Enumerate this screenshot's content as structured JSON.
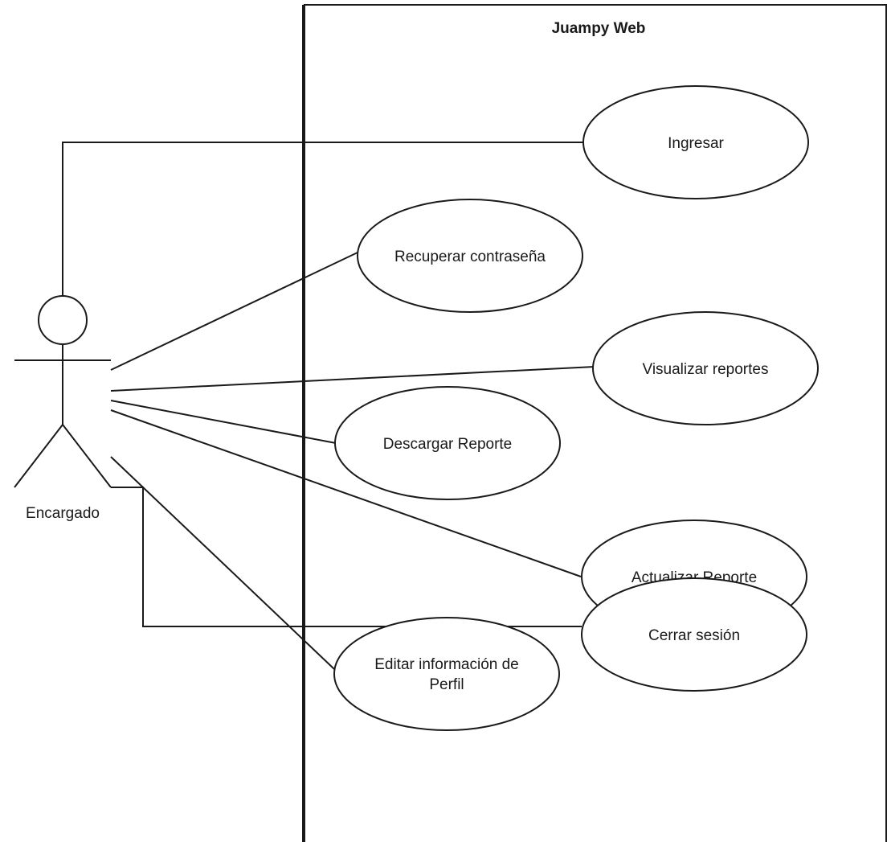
{
  "system": {
    "title": "Juampy Web"
  },
  "actor": {
    "name": "Encargado"
  },
  "use_cases": [
    {
      "id": "ingresar",
      "lines": [
        "Ingresar"
      ]
    },
    {
      "id": "recuperar",
      "lines": [
        "Recuperar contraseña"
      ]
    },
    {
      "id": "visualizar",
      "lines": [
        "Visualizar reportes"
      ]
    },
    {
      "id": "descargar",
      "lines": [
        "Descargar Reporte"
      ]
    },
    {
      "id": "actualizar",
      "lines": [
        "Actualizar Reporte"
      ]
    },
    {
      "id": "editar",
      "lines": [
        "Editar información de",
        "Perfil"
      ]
    },
    {
      "id": "cerrar",
      "lines": [
        "Cerrar sesión"
      ]
    }
  ]
}
